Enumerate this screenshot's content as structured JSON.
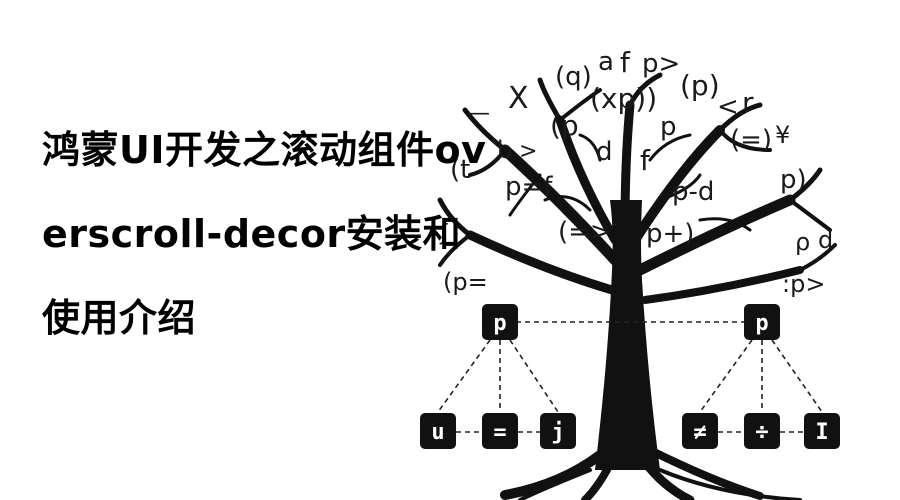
{
  "title": {
    "lines": [
      "鸿蒙UI开发之滚动组件ov",
      "erscroll-decor安装和",
      "使用介绍"
    ]
  },
  "illustration": {
    "symbols": [
      "X",
      "(q)",
      "a",
      "f",
      "p>",
      "(p)",
      "(xp))",
      "<",
      "r",
      "(p",
      "p",
      "d",
      "f",
      "(=)",
      "¥",
      "(t",
      "p=f",
      "p-d",
      "p)",
      "(=>",
      "p+)",
      "ρ",
      "d",
      ":p>",
      "(p=",
      "ʃ",
      "b",
      ">",
      "—"
    ],
    "top_nodes": [
      "p",
      "p"
    ],
    "left_leaves": [
      "u",
      "=",
      "j"
    ],
    "right_leaves": [
      "≠",
      "÷",
      "I"
    ]
  }
}
